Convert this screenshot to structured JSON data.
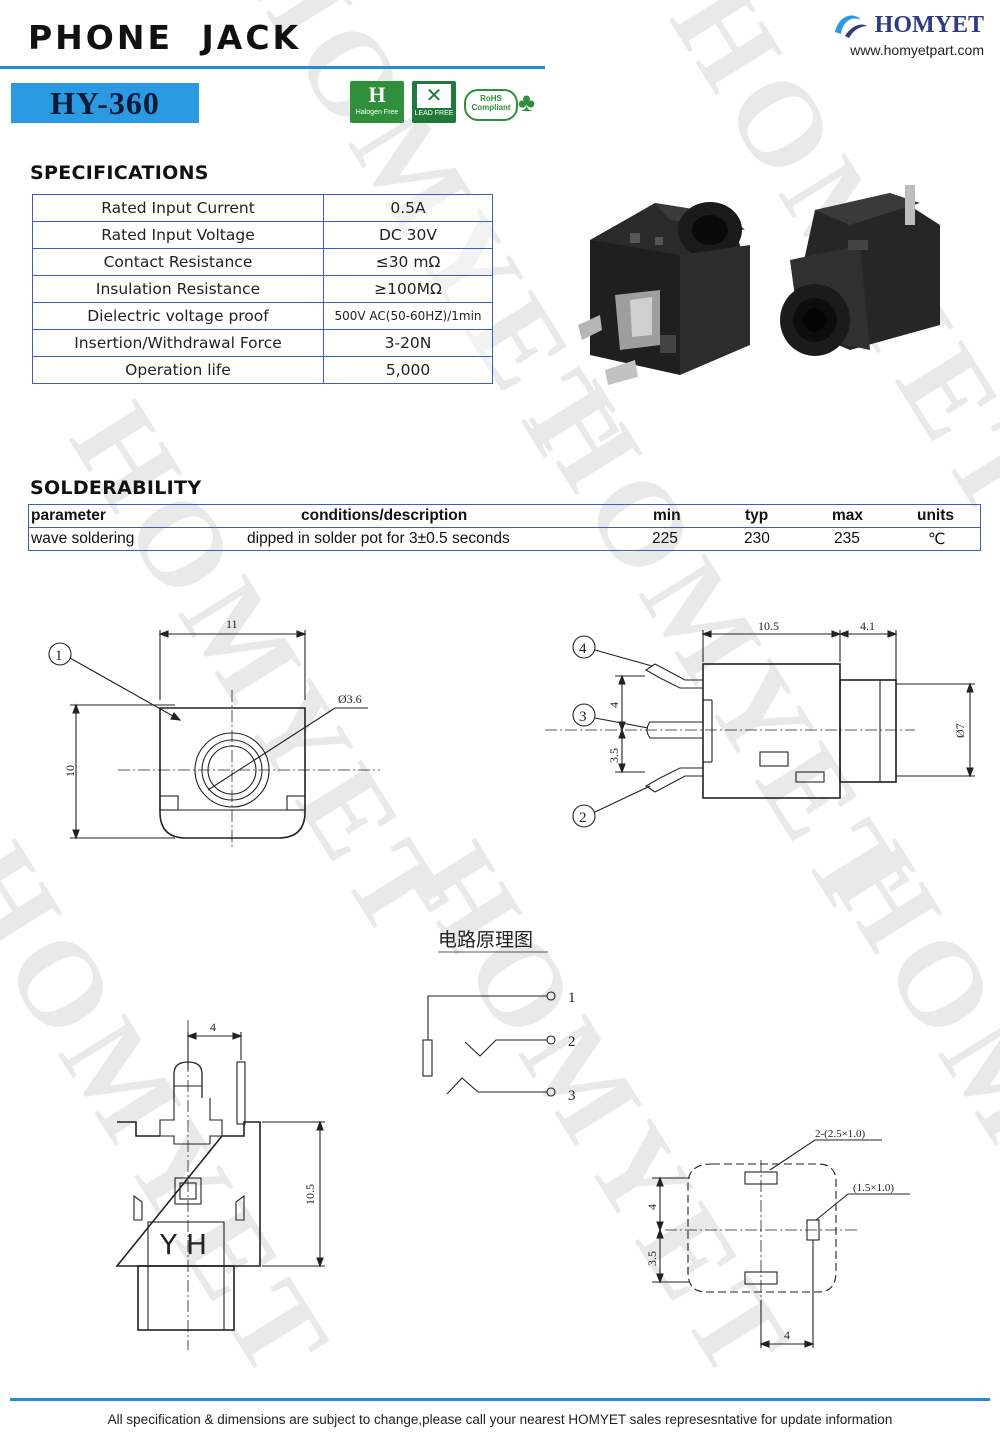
{
  "header": {
    "title": "PHONE  JACK",
    "model": "HY-360",
    "brand_name": "HOMYET",
    "brand_url": "www.homyetpart.com"
  },
  "badges": {
    "halogen_free": "Halogen Free",
    "lead_free": "LEAD FREE",
    "rohs_line1": "RoHS",
    "rohs_line2": "Compliant"
  },
  "specifications": {
    "heading": "SPECIFICATIONS",
    "rows": [
      {
        "label": "Rated Input Current",
        "value": "0.5A"
      },
      {
        "label": "Rated Input Voltage",
        "value": "DC  30V"
      },
      {
        "label": "Contact Resistance",
        "value": "≤30  mΩ"
      },
      {
        "label": "Insulation Resistance",
        "value": "≥100MΩ"
      },
      {
        "label": "Dielectric voltage proof",
        "value": "500V AC(50-60HZ)/1min"
      },
      {
        "label": "Insertion/Withdrawal Force",
        "value": "3-20N"
      },
      {
        "label": "Operation life",
        "value": "5,000"
      }
    ]
  },
  "solderability": {
    "heading": "SOLDERABILITY",
    "columns": {
      "parameter": "parameter",
      "conditions": "conditions/description",
      "min": "min",
      "typ": "typ",
      "max": "max",
      "units": "units"
    },
    "row": {
      "parameter": "wave soldering",
      "conditions": "dipped in solder pot for 3±0.5 seconds",
      "min": "225",
      "typ": "230",
      "max": "235",
      "units": "℃"
    }
  },
  "drawings": {
    "front_width": "11",
    "front_height": "10",
    "hole_dia": "Ø3.6",
    "callout_1": "1",
    "callout_2": "2",
    "callout_3": "3",
    "callout_4": "4",
    "side_len": "10.5",
    "side_nose": "4.1",
    "side_dia": "Ø7",
    "side_pin_4": "4",
    "side_pin_35": "3.5",
    "circuit_title": "电路原理图",
    "circuit_1": "1",
    "circuit_2": "2",
    "circuit_3": "3",
    "top_width": "4",
    "top_height": "10.5",
    "top_mark": "Y H",
    "pcb_pad2": "2-(2.5×1.0)",
    "pcb_pad1": "(1.5×1.0)",
    "pcb_4v": "4",
    "pcb_35": "3.5",
    "pcb_4h": "4"
  },
  "footer": {
    "text": "All specification & dimensions are subject to change,please call your nearest HOMYET sales represesntative for update information"
  },
  "watermark": {
    "text": "HOMYET"
  },
  "colors": {
    "accent": "#1e8fd6",
    "table_border": "#3a5fc4",
    "model_bg": "#2a9be3",
    "brand": "#2e3a88"
  }
}
